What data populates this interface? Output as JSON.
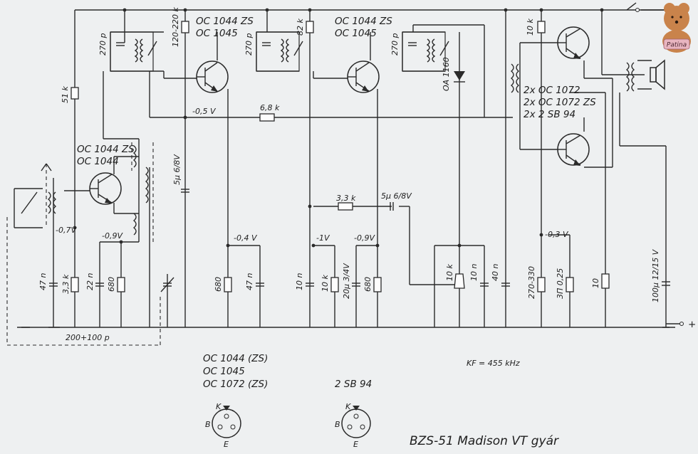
{
  "transistors": {
    "t1_a": "OC 1044 ZS",
    "t1_b": "OC 1044",
    "t2_a": "OC 1044 ZS",
    "t2_b": "OC 1045",
    "t3_a": "OC 1044 ZS",
    "t3_b": "OC 1045",
    "pair_1": "2x OC 1072",
    "pair_2": "2x OC 1072 ZS",
    "pair_3": "2x 2 SB 94"
  },
  "components": {
    "c270_1": "270 p",
    "c270_2": "270 p",
    "c270_3": "270 p",
    "r51k": "51 k",
    "r120k": "120-220 k",
    "r82k": "82 k",
    "r10k_top": "10 k",
    "r68k": "6,8 k",
    "v05": "-0,5 V",
    "cap5u": "5µ 6/8V",
    "r33k": "3,3 k",
    "cap5u_b": "5µ 6/8V",
    "diode": "OA 1160",
    "v07": "-0,7V",
    "v09a": "-0,9V",
    "v04": "-0,4 V",
    "v1": "-1V",
    "v09b": "-0,9V",
    "v03": "-0,3 V",
    "c47n_a": "47 n",
    "r33k_b": "3,3 k",
    "c22n": "22 n",
    "r680_a": "680",
    "r680_b": "680",
    "c47n_b": "47 n",
    "c10n_a": "10 n",
    "r10k_b": "10 k",
    "c20u": "20µ 3/4V",
    "r680_c": "680",
    "pot10k": "10 k",
    "c10n_b": "10 n",
    "c40n": "40 n",
    "r270": "270-330",
    "ntc": "3Π 0,25",
    "r10": "10",
    "c100u": "100µ 12/15 V",
    "trimmer": "200+100 p"
  },
  "pinouts": {
    "list_1": "OC 1044 (ZS)",
    "list_2": "OC 1045",
    "list_3": "OC 1072 (ZS)",
    "list_4": "2 SB 94",
    "pin_k": "K",
    "pin_b": "B",
    "pin_e": "E"
  },
  "notes": {
    "kf": "KF = 455 kHz",
    "title": "BZS-51 Madison VT gyár",
    "plus": "+",
    "sticker": "Patina"
  },
  "colors": {
    "ink": "#2a2a2a",
    "paper": "#eef0f1",
    "mascot": "#c9834b",
    "sticker": "#e8b5c0"
  }
}
